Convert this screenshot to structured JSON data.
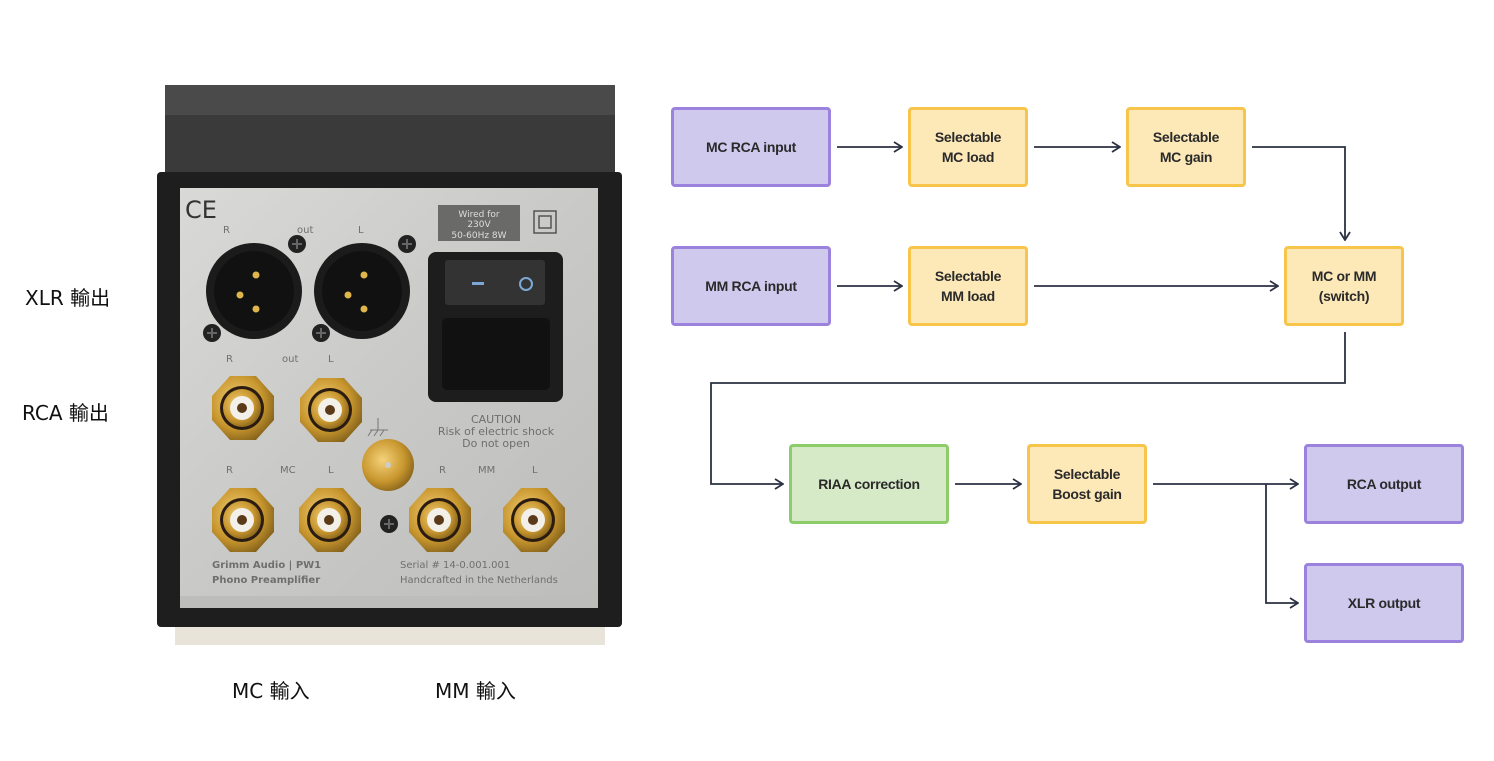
{
  "photo_labels": {
    "xlr_out": "XLR 輸出",
    "rca_out": "RCA 輸出",
    "mc_in": "MC 輸入",
    "mm_in": "MM 輸入"
  },
  "panel": {
    "ce": "CE",
    "r": "R",
    "l": "L",
    "out": "out",
    "mc": "MC",
    "mm": "MM",
    "wired_1": "Wired for",
    "wired_2": "230V",
    "wired_3": "50-60Hz  8W",
    "caution_1": "CAUTION",
    "caution_2": "Risk of electric shock",
    "caution_3": "Do not open",
    "brand_1": "Grimm Audio | PW1",
    "brand_2": "Phono Preamplifier",
    "serial": "Serial # 14-0.001.001",
    "handcrafted": "Handcrafted in the Netherlands"
  },
  "diagram": {
    "mc_rca_input": "MC RCA input",
    "mc_load": [
      "Selectable",
      "MC load"
    ],
    "mc_gain": [
      "Selectable",
      "MC gain"
    ],
    "mm_rca_input": "MM RCA input",
    "mm_load": [
      "Selectable",
      "MM load"
    ],
    "switch": [
      "MC or MM",
      "(switch)"
    ],
    "riaa": "RIAA correction",
    "boost": [
      "Selectable",
      "Boost gain"
    ],
    "rca_output": "RCA output",
    "xlr_output": "XLR output"
  },
  "colors": {
    "io": "#d0c9ee",
    "selectable": "#fde8b8",
    "riaa": "#d7eac8",
    "arrow": "#2b3142"
  }
}
